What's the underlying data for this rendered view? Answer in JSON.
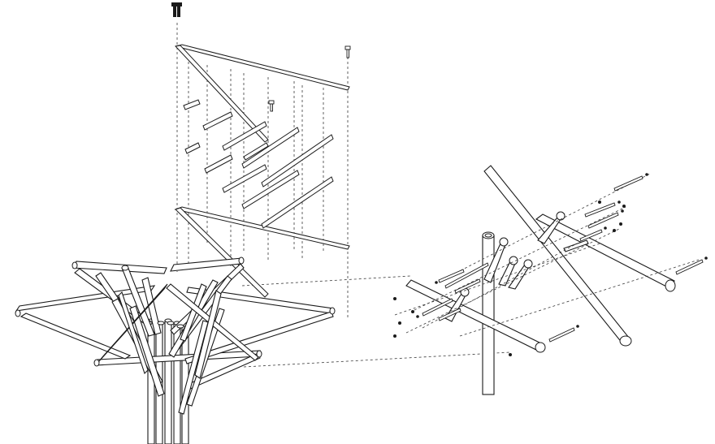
{
  "diagram": {
    "type": "exploded-axonometric",
    "colors": {
      "line": "#1a1a1a",
      "background": "#ffffff"
    },
    "groups": [
      "canopy-tree-structure",
      "exploded-frame-panel",
      "joint-detail"
    ]
  }
}
